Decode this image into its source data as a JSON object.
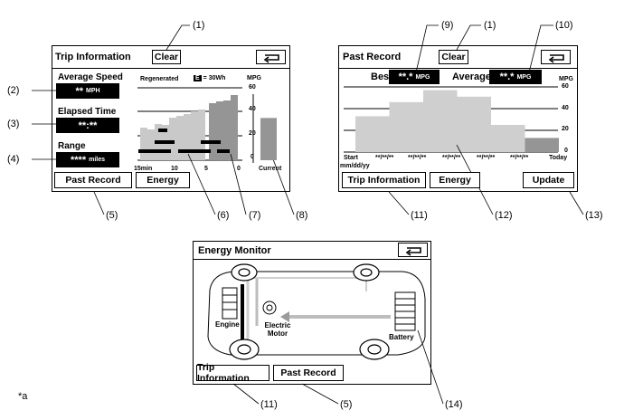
{
  "trip": {
    "title": "Trip Information",
    "clear": "Clear",
    "avg_speed_label": "Average Speed",
    "avg_speed_value": "**",
    "avg_speed_unit": "MPH",
    "elapsed_label": "Elapsed Time",
    "elapsed_value": "**:**",
    "range_label": "Range",
    "range_value": "****",
    "range_unit": "miles",
    "regenerated": "Regenerated",
    "legend_icon": "E",
    "legend_text": "= 30Wh",
    "mpg": "MPG",
    "y_ticks": [
      "60",
      "40",
      "20",
      "0"
    ],
    "x_ticks": [
      "15min",
      "10",
      "5",
      "0"
    ],
    "current": "Current",
    "past_record_btn": "Past Record",
    "energy_btn": "Energy"
  },
  "past": {
    "title": "Past Record",
    "clear": "Clear",
    "best_label": "Best",
    "best_value": "**.*",
    "best_unit": "MPG",
    "avg_label": "Average",
    "avg_value": "**.*",
    "avg_unit": "MPG",
    "mpg": "MPG",
    "y_ticks": [
      "60",
      "40",
      "20",
      "0"
    ],
    "start": "Start",
    "date_fmt": "mm/dd/yy",
    "dates": [
      "**/**/**",
      "**/**/**",
      "**/**/**",
      "**/**/**",
      "**/**/**"
    ],
    "today": "Today",
    "trip_btn": "Trip Information",
    "energy_btn": "Energy",
    "update_btn": "Update"
  },
  "energy": {
    "title": "Energy Monitor",
    "engine": "Engine",
    "motor": "Electric Motor",
    "battery": "Battery",
    "trip_btn": "Trip Information",
    "past_btn": "Past Record"
  },
  "callouts": [
    "(1)",
    "(2)",
    "(3)",
    "(4)",
    "(5)",
    "(6)",
    "(7)",
    "(8)",
    "(9)",
    "(1)",
    "(10)",
    "(11)",
    "(12)",
    "(13)",
    "(11)",
    "(5)",
    "(14)"
  ],
  "footnote": "*a",
  "chart_data": [
    {
      "type": "bar",
      "title": "",
      "ylabel": "MPG",
      "ylim": [
        0,
        60
      ],
      "x_ticks": [
        "15min",
        "10",
        "5",
        "0"
      ],
      "series": [
        {
          "name": "Current",
          "values": [
            35
          ]
        }
      ]
    },
    {
      "type": "bar",
      "title": "",
      "ylabel": "MPG",
      "ylim": [
        0,
        60
      ],
      "categories": [
        "Start",
        "**/**/**",
        "**/**/**",
        "**/**/**",
        "**/**/**",
        "**/**/**"
      ],
      "values": [
        33,
        46,
        57,
        51,
        25,
        13
      ]
    }
  ]
}
